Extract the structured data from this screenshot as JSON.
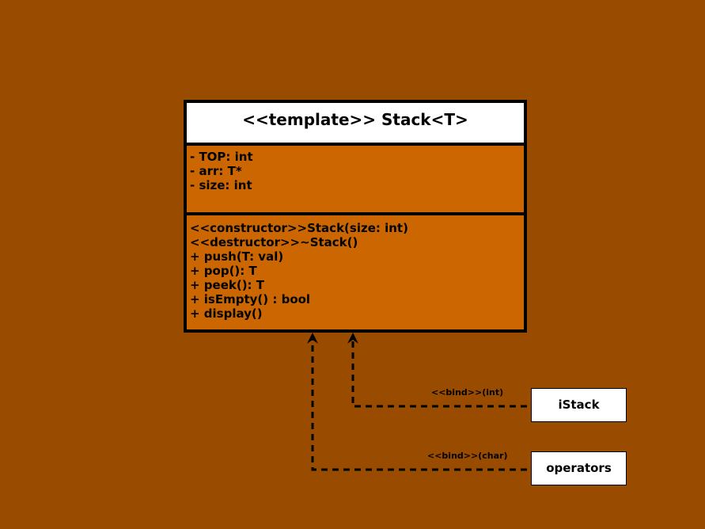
{
  "class": {
    "title": "<<template>> Stack<T>",
    "attributes": [
      "- TOP: int",
      "- arr: T*",
      "- size: int"
    ],
    "methods": [
      "<<constructor>>Stack(size: int)",
      "<<destructor>>~Stack()",
      "+ push(T: val)",
      "+ pop(): T",
      "+ peek(): T",
      "+ isEmpty() : bool",
      "+ display()"
    ]
  },
  "bindings": [
    {
      "name": "iStack",
      "label": "<<bind>>(int)"
    },
    {
      "name": "operators",
      "label": "<<bind>>(char)"
    }
  ],
  "colors": {
    "background": "#994c00",
    "class_body": "#cc6600",
    "header": "#ffffff",
    "stroke": "#000000"
  }
}
